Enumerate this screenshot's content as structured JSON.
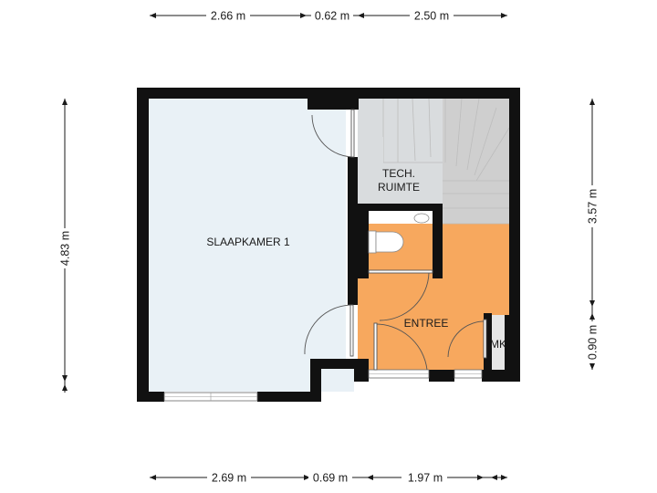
{
  "plan": {
    "colors": {
      "wall": "#111111",
      "bedroom_floor": "#e9f1f6",
      "entrance_floor": "#f7a85e",
      "technical_room_floor": "#d9dcde",
      "toilet_floor": "#ffffff",
      "stair_floor": "#cfcfcf",
      "meter_cupboard_floor": "#e6e6e6"
    },
    "rooms": {
      "bedroom": "SLAAPKAMER 1",
      "technical_room_line1": "TECH.",
      "technical_room_line2": "RUIMTE",
      "entrance": "ENTREE",
      "meter_cupboard": "MK"
    },
    "dimensions": {
      "top": [
        "2.66 m",
        "0.62 m",
        "2.50 m"
      ],
      "bottom": [
        "2.69 m",
        "0.69 m",
        "1.97 m"
      ],
      "left": "4.83 m",
      "right_upper": "3.57 m",
      "right_lower": "0.90 m"
    }
  }
}
